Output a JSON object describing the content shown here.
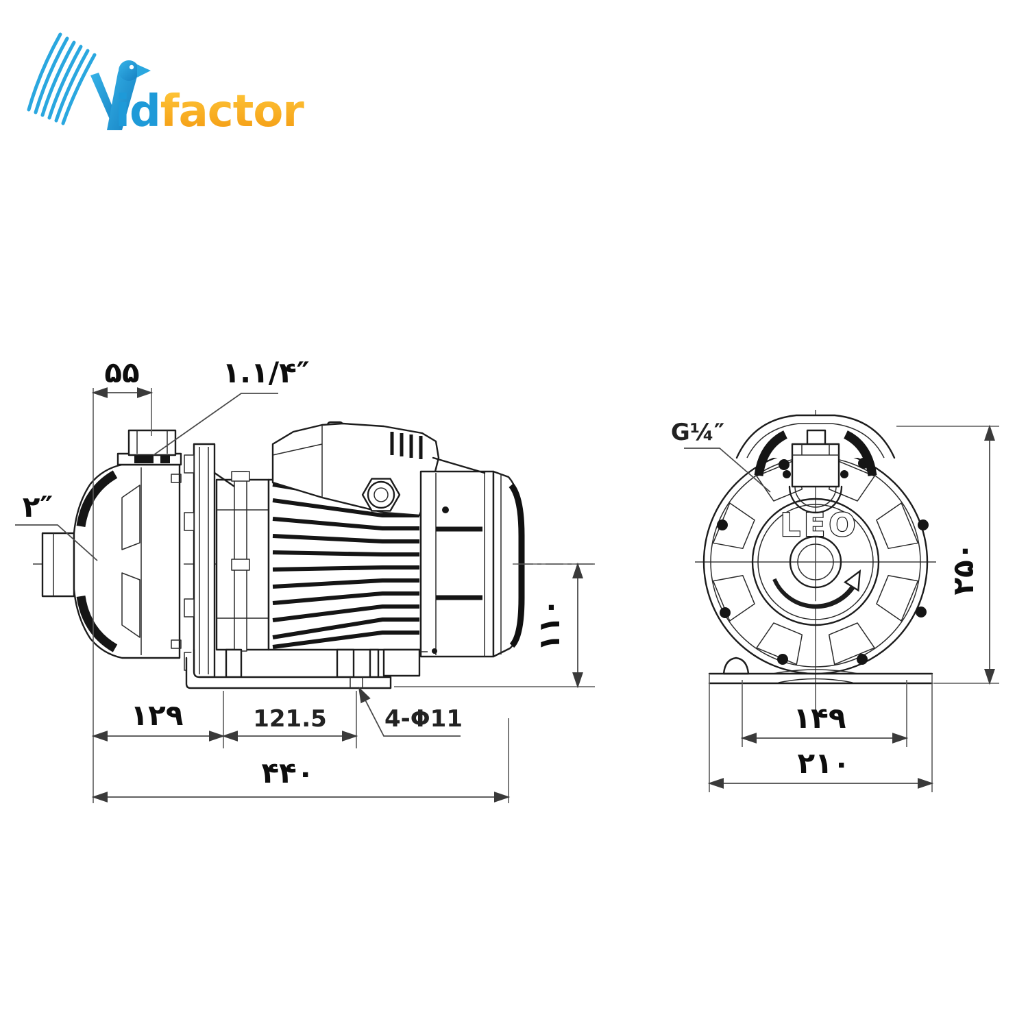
{
  "logo": {
    "id_text": "id",
    "factor_text": "factor",
    "blue": "#1e9ad8",
    "orange_dark": "#f3980f",
    "orange_light": "#ffc93c"
  },
  "side_view": {
    "dim_port_offset": "۵۵",
    "label_outlet_size": "۱.۱/۴″",
    "label_inlet_size": "۲″",
    "dim_casing_length": "۱۲۹",
    "dim_foot_spacing": "121.5",
    "label_bolt_holes": "4-Φ11",
    "dim_total_length": "۴۴۰",
    "dim_shaft_height": "۱۱۰"
  },
  "front_view": {
    "brand": "LEO",
    "label_plug": "G¼″",
    "dim_total_height": "۲۵۰",
    "dim_foot_span": "۱۴۹",
    "dim_base_width": "۲۱۰"
  },
  "colors": {
    "drawing_line": "#1c1c1c",
    "dimension_line": "#4a4a4a"
  }
}
